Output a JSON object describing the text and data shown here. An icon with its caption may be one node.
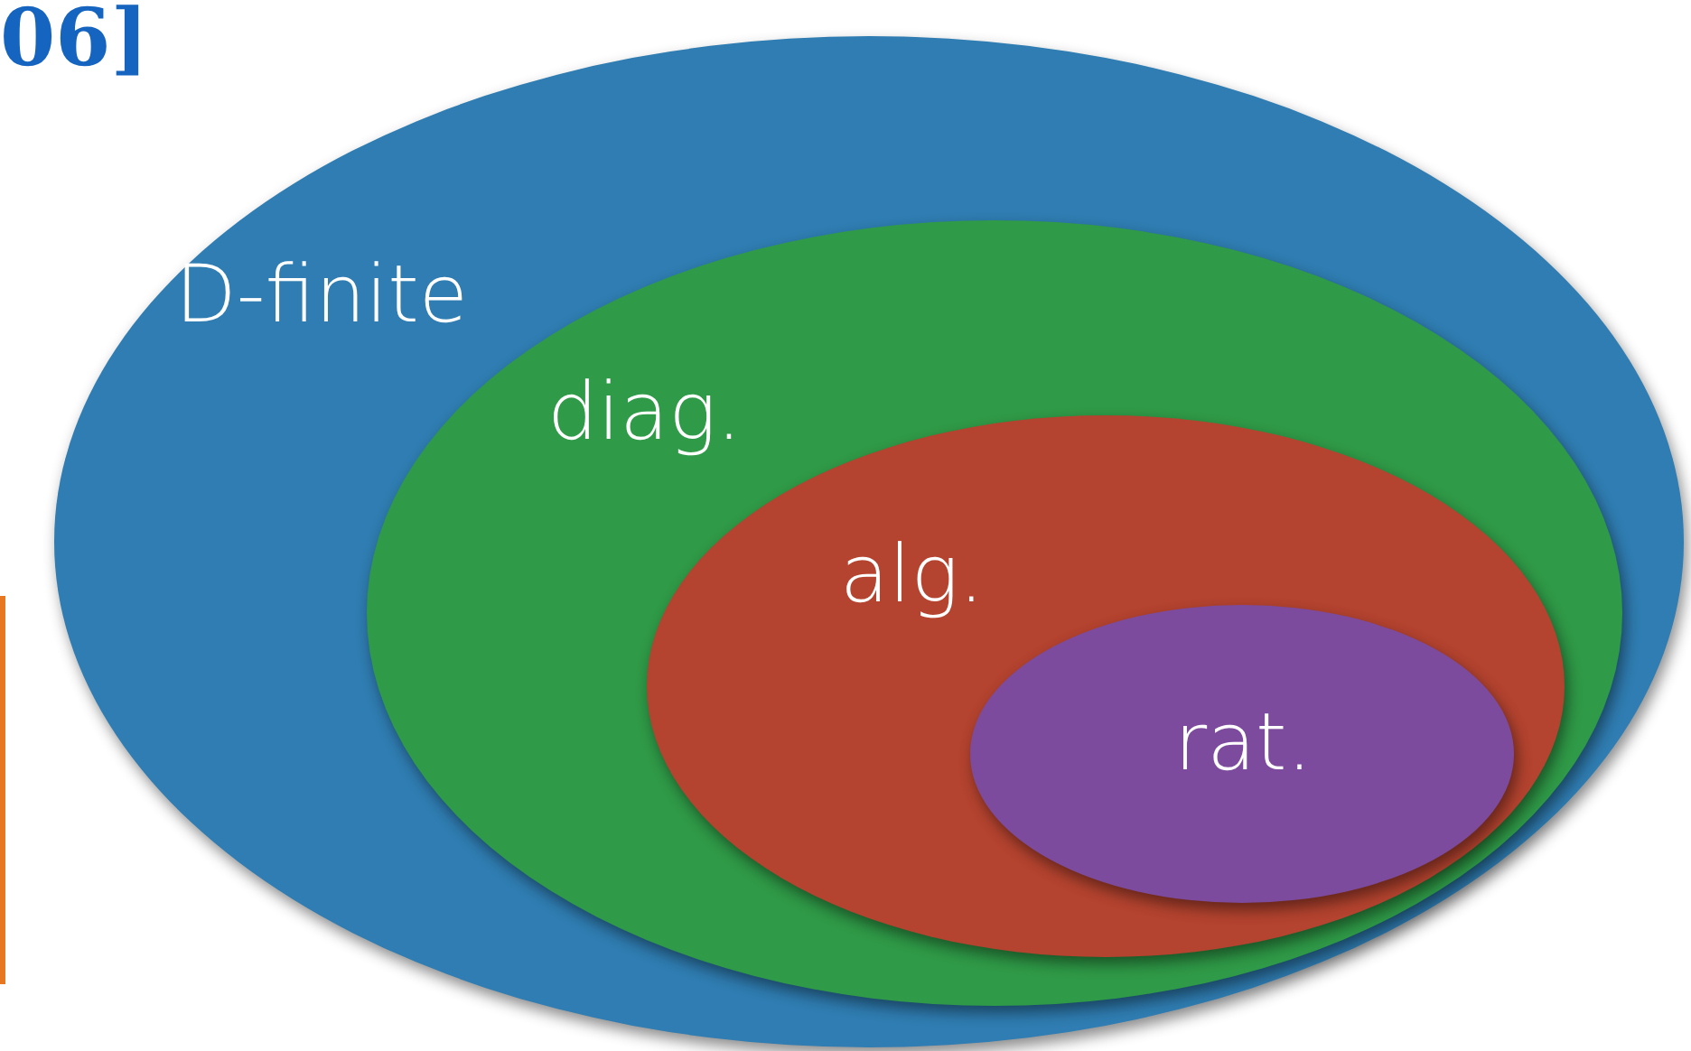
{
  "diagram": {
    "nodes": [
      {
        "text": [
          "D-finite"
        ]
      },
      {
        "text": [
          "diag."
        ],
        "in": 0
      },
      {
        "text": [
          "alg."
        ],
        "in": 1
      },
      {
        "text": [
          "rat."
        ],
        "in": 2
      }
    ],
    "labels": [
      "06]"
    ]
  }
}
